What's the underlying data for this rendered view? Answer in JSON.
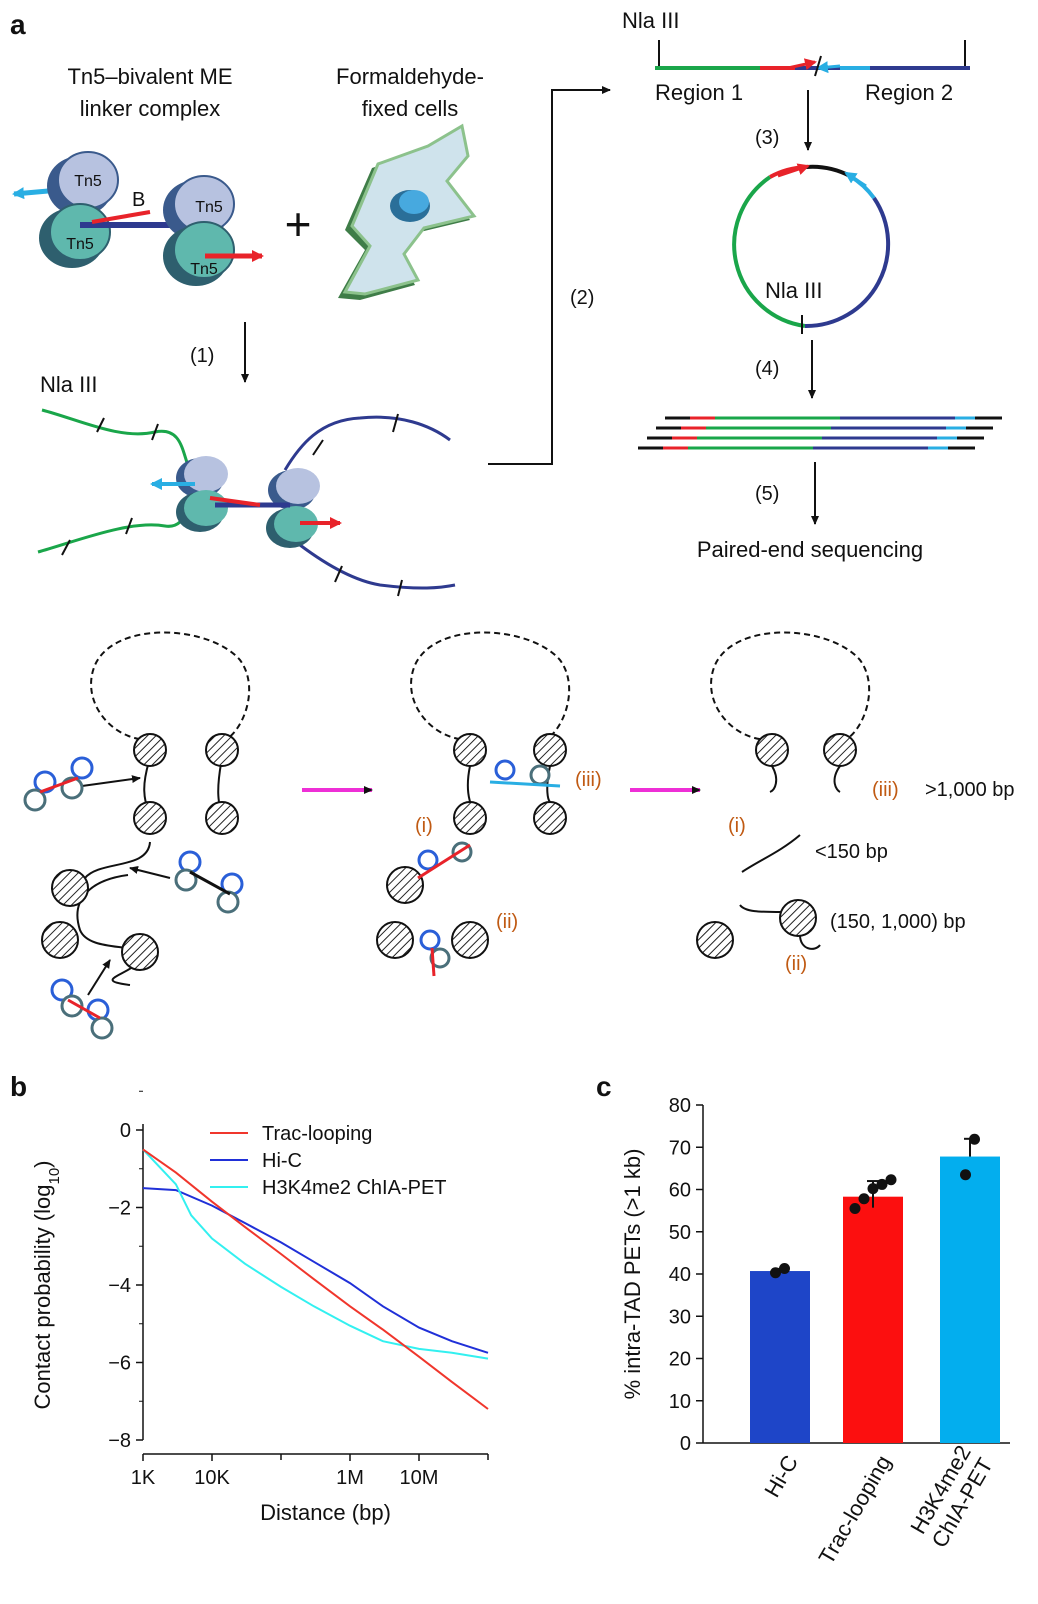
{
  "panel_a": {
    "label": "a",
    "complex_title": [
      "Tn5–bivalent ME",
      "linker complex"
    ],
    "cells_title": [
      "Formaldehyde-",
      "fixed cells"
    ],
    "tn5": "Tn5",
    "b_label": "B",
    "plus": "+",
    "step1": "(1)",
    "step2": "(2)",
    "step3": "(3)",
    "step4": "(4)",
    "step5": "(5)",
    "nla": "Nla III",
    "region1": "Region 1",
    "region2": "Region 2",
    "paired_end": "Paired-end sequencing",
    "roman_i": "(i)",
    "roman_ii": "(ii)",
    "roman_iii": "(iii)",
    "size_iii": ">1,000 bp",
    "size_i": "<150 bp",
    "size_ii": "(150, 1,000) bp",
    "colors": {
      "green": "#1aa64a",
      "red": "#e8232a",
      "navy": "#2e3a8f",
      "cyan": "#29aee3",
      "teal": "#5fb8ad",
      "lavender": "#b7c2e0",
      "magenta": "#ee2fd6",
      "orange": "#c05a13"
    }
  },
  "panel_b": {
    "label": "b",
    "chart_data": {
      "type": "line",
      "xlabel": "Distance (bp)",
      "ylabel": "Contact probability (log10)",
      "xscale": "log",
      "xlim": [
        1000,
        100000000
      ],
      "ylim": [
        -8,
        0
      ],
      "xticks": [
        "1K",
        "10K",
        "1M",
        "10M"
      ],
      "yticks": [
        "0",
        "−2",
        "−4",
        "−6",
        "−8"
      ],
      "legend_position": "top-right",
      "series": [
        {
          "name": "Trac-looping",
          "color": "#f0362c",
          "x": [
            1000,
            3000,
            10000,
            30000,
            100000,
            300000,
            1000000,
            3000000,
            10000000,
            30000000,
            100000000
          ],
          "y": [
            -0.5,
            -1.1,
            -1.85,
            -2.5,
            -3.2,
            -3.85,
            -4.55,
            -5.15,
            -5.85,
            -6.5,
            -7.2
          ]
        },
        {
          "name": "Hi-C",
          "color": "#2030d8",
          "x": [
            1000,
            3000,
            10000,
            30000,
            100000,
            300000,
            1000000,
            3000000,
            10000000,
            30000000,
            100000000
          ],
          "y": [
            -1.5,
            -1.55,
            -1.95,
            -2.4,
            -2.9,
            -3.4,
            -3.95,
            -4.55,
            -5.1,
            -5.45,
            -5.75
          ]
        },
        {
          "name": "H3K4me2 ChIA-PET",
          "color": "#33f0f0",
          "x": [
            1000,
            3000,
            5000,
            10000,
            30000,
            100000,
            300000,
            1000000,
            3000000,
            10000000,
            30000000,
            100000000
          ],
          "y": [
            -0.5,
            -1.4,
            -2.2,
            -2.8,
            -3.45,
            -4.05,
            -4.55,
            -5.05,
            -5.45,
            -5.65,
            -5.75,
            -5.9
          ]
        }
      ]
    }
  },
  "panel_c": {
    "label": "c",
    "chart_data": {
      "type": "bar",
      "categories": [
        "Hi-C",
        "Trac-looping",
        "H3K4me2 ChIA-PET"
      ],
      "category_lines": [
        [
          "Hi-C"
        ],
        [
          "Trac-looping"
        ],
        [
          "H3K4me2",
          "ChIA-PET"
        ]
      ],
      "values": [
        40.7,
        58.3,
        67.8
      ],
      "error_upper": [
        41.2,
        62.0,
        72.0
      ],
      "error_lower": [
        40.4,
        55.7,
        67.8
      ],
      "points": [
        [
          40.3,
          41.3
        ],
        [
          55.5,
          57.8,
          60.2,
          61.2,
          62.3
        ],
        [
          63.5,
          71.9
        ]
      ],
      "colors": [
        "#1e45c8",
        "#fc0f0f",
        "#03aeee"
      ],
      "ylabel": "% intra-TAD PETs (>1 kb)",
      "ylim": [
        0,
        80
      ],
      "yticks": [
        0,
        10,
        20,
        30,
        40,
        50,
        60,
        70,
        80
      ]
    }
  }
}
